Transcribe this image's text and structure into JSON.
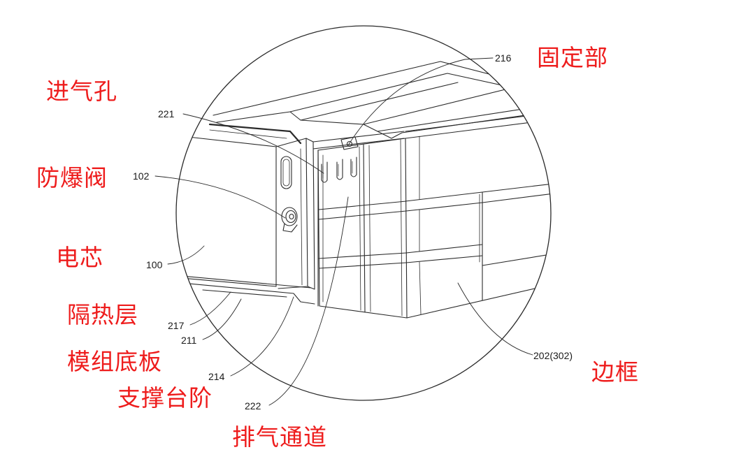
{
  "colors": {
    "label": "#ee1c1c",
    "line": "#2a2a2a",
    "text": "#1a1a1a"
  },
  "labels": {
    "intake_hole": "进气孔",
    "fixing_part": "固定部",
    "explosion_valve": "防爆阀",
    "cell": "电芯",
    "insulation_layer": "隔热层",
    "module_base": "模组底板",
    "support_step": "支撑台阶",
    "exhaust_channel": "排气通道",
    "frame": "边框"
  },
  "refs": {
    "r216": "216",
    "r221": "221",
    "r102": "102",
    "r100": "100",
    "r217": "217",
    "r211": "211",
    "r214": "214",
    "r222": "222",
    "r202": "202(302)"
  }
}
